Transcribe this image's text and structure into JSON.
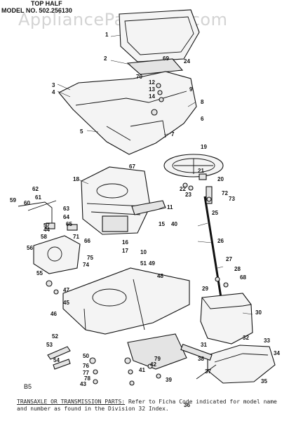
{
  "header": {
    "line1": "TOP HALF",
    "line2": "MODEL NO. 502.256130"
  },
  "watermark": "AppliancePartsPros.com",
  "footer": {
    "code": "B5",
    "note_lead": "TRANSAXLE OR TRANSMISSION PARTS:",
    "note_body": " Refer to Ficha Code indicated for model name and number as found in the Division 32 Index."
  },
  "part_labels": [
    "1",
    "2",
    "3",
    "4",
    "5",
    "6",
    "7",
    "8",
    "9",
    "10",
    "11",
    "12",
    "13",
    "14",
    "15",
    "16",
    "17",
    "18",
    "19",
    "20",
    "21",
    "22",
    "23",
    "24",
    "25",
    "26",
    "27",
    "28",
    "29",
    "30",
    "31",
    "32",
    "33",
    "34",
    "35",
    "36",
    "37",
    "38",
    "39",
    "40",
    "41",
    "42",
    "43",
    "44",
    "45",
    "46",
    "47",
    "48",
    "49",
    "50",
    "51",
    "52",
    "53",
    "54",
    "55",
    "56",
    "57",
    "58",
    "59",
    "60",
    "61",
    "62",
    "63",
    "64",
    "65",
    "66",
    "67",
    "68",
    "69",
    "70",
    "71",
    "72",
    "73",
    "74",
    "75",
    "76",
    "77",
    "78",
    "79"
  ]
}
